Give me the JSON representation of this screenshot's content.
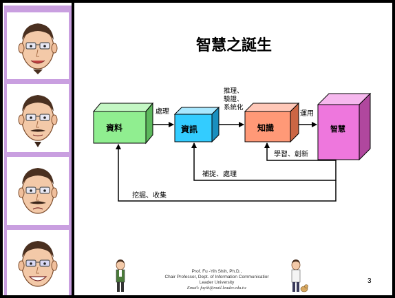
{
  "slide": {
    "title": "智慧之誕生",
    "page_number": "3"
  },
  "diagram": {
    "nodes": {
      "data": "資料",
      "information": "資訊",
      "knowledge": "知識",
      "wisdom": "智慧"
    },
    "edges": {
      "process": "處理",
      "reasoning_1": "推理、",
      "reasoning_2": "驗證、",
      "reasoning_3": "系統化",
      "apply": "運用",
      "learn_innovate": "學習、創新",
      "capture_process": "補捉、處理",
      "mine_collect": "挖掘、收集"
    },
    "colors": {
      "data": "#90ee90",
      "information": "#33ccff",
      "knowledge": "#ff9977",
      "wisdom": "#ee77dd",
      "sidebar": "#c99fe0"
    }
  },
  "footer": {
    "line1": "Prof. Fu -Yih Shih, Ph.D.,",
    "line2": "Chair Professor, Dept. of Information Communicatior",
    "line3": "Leader University",
    "email": "Email: fuyih@mail.leader.edu.tw"
  }
}
